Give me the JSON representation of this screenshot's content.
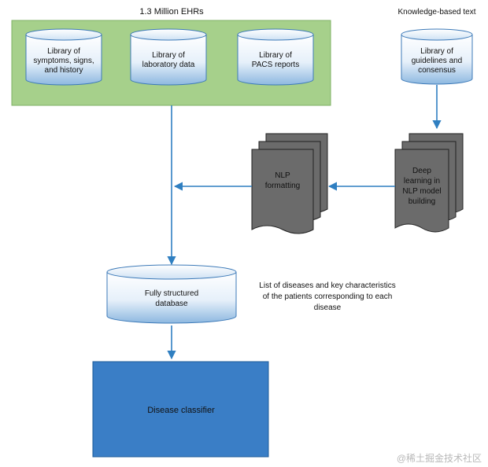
{
  "ehr_group": {
    "title": "1.3 Million EHRs",
    "libraries": [
      {
        "lines": [
          "Library of",
          "symptoms, signs,",
          "and history"
        ]
      },
      {
        "lines": [
          "Library of",
          "laboratory data"
        ]
      },
      {
        "lines": [
          "Library of",
          "PACS reports"
        ]
      }
    ]
  },
  "knowledge": {
    "title": "Knowledge-based text",
    "library": {
      "lines": [
        "Library of",
        "guidelines and",
        "consensus"
      ]
    }
  },
  "deep_learning": {
    "lines": [
      "Deep",
      "learning in",
      "NLP model",
      "building"
    ]
  },
  "nlp_formatting": {
    "lines": [
      "NLP",
      "formatting"
    ]
  },
  "database": {
    "lines": [
      "Fully structured",
      "database"
    ]
  },
  "note": {
    "lines": [
      "List of diseases and key characteristics",
      "of the patients corresponding to each",
      "disease"
    ]
  },
  "classifier": {
    "label": "Disease classifier"
  },
  "watermark": "@稀土掘金技术社区",
  "colors": {
    "green_panel": "#a6d08b",
    "green_border": "#7fb266",
    "doc_fill": "#6b6b6b",
    "arrow": "#2f7fc1",
    "classifier_fill": "#3a7ec6",
    "cylinder_edge": "#3d7ab8"
  }
}
